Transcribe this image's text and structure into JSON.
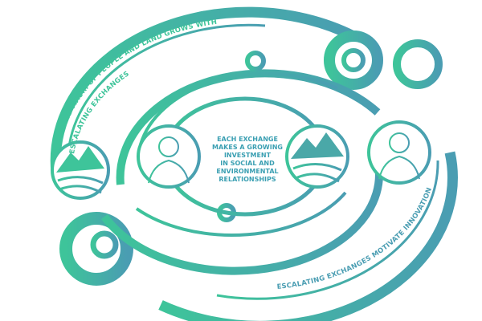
{
  "colors": {
    "green": "#3ec49a",
    "teal": "#4a9db2",
    "fill_light": "#ffffff"
  },
  "labels": {
    "outer_top_line1": "MANA AND MAURI OF PEOPLE AND LAND GROWS WITH",
    "outer_top_line2": "ESCALATING EXCHANGES",
    "outer_bottom": "ESCALATING EXCHANGES MOTIVATE INNOVATION"
  },
  "center_text": [
    "EACH EXCHANGE",
    "MAKES A GROWING",
    "INVESTMENT",
    "IN SOCIAL AND",
    "ENVIRONMENTAL",
    "RELATIONSHIPS"
  ],
  "icons": [
    "mountain-river-icon",
    "person-icon",
    "mountain-river-icon",
    "person-icon"
  ]
}
